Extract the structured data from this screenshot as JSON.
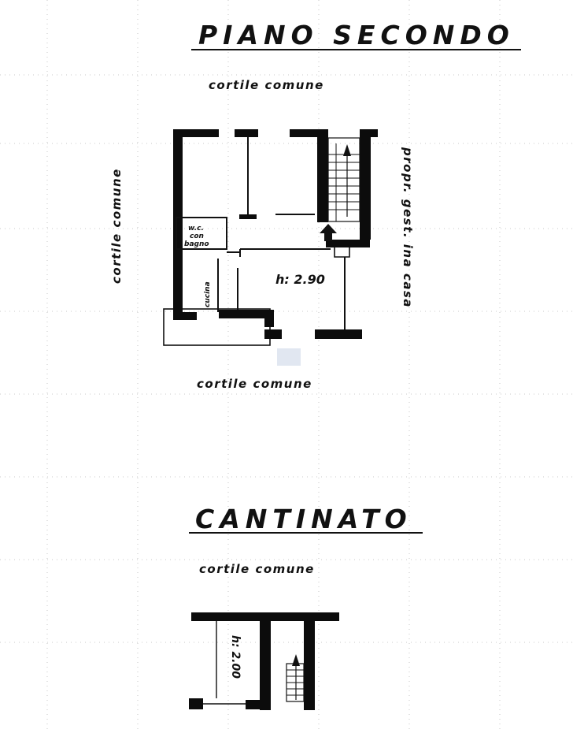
{
  "floors": {
    "second": {
      "title": "PIANO SECONDO",
      "label_top": "cortile comune",
      "label_left": "cortile comune",
      "label_right": "propr. gest. ina casa",
      "label_bottom": "cortile comune",
      "wc_label_line1": "w.c.",
      "wc_label_line2": "con",
      "wc_label_line3": "bagno",
      "kitchen_label": "cucina",
      "height_label": "h: 2.90"
    },
    "basement": {
      "title": "CANTINATO",
      "label_top": "cortile comune",
      "height_label": "h: 2.00"
    }
  },
  "colors": {
    "walls": "#0c0c0c",
    "background": "#ffffff",
    "grid": "#b9b9b9"
  }
}
